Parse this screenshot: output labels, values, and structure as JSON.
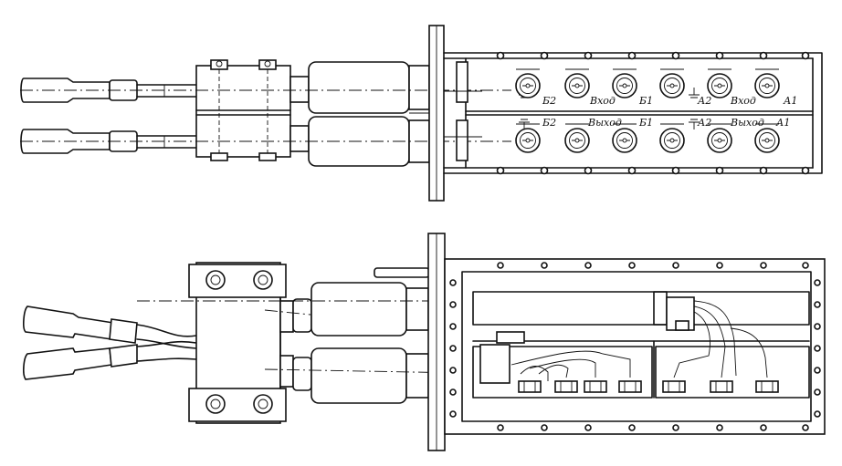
{
  "drawing": {
    "top_view": {
      "input_row": {
        "labels": [
          "Б2",
          "Вход",
          "Б1",
          "А2",
          "Вход",
          "А1"
        ]
      },
      "output_row": {
        "labels": [
          "Б2",
          "Выход",
          "Б1",
          "А2",
          "Выход",
          "А1"
        ]
      }
    }
  }
}
